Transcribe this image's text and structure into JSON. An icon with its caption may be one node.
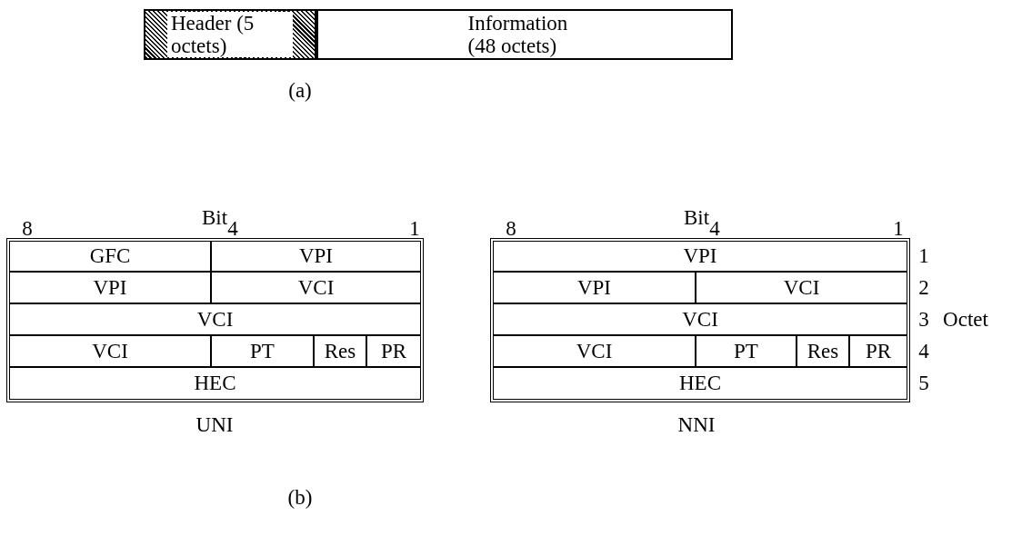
{
  "diagram": {
    "nodes": [
      {
        "text": [
          "Header (5 octets)"
        ]
      },
      {
        "text": [
          "Information (48 octets)"
        ]
      },
      {
        "text": [
          "GFC"
        ]
      },
      {
        "text": [
          "VPI"
        ]
      },
      {
        "text": [
          "VPI"
        ]
      },
      {
        "text": [
          "VCI"
        ]
      },
      {
        "text": [
          "VCI"
        ]
      },
      {
        "text": [
          "VCI"
        ]
      },
      {
        "text": [
          "PT"
        ]
      },
      {
        "text": [
          "Res"
        ]
      },
      {
        "text": [
          "PR"
        ]
      },
      {
        "text": [
          "HEC"
        ]
      },
      {
        "text": [
          "VPI"
        ]
      },
      {
        "text": [
          "VPI"
        ]
      },
      {
        "text": [
          "VCI"
        ]
      },
      {
        "text": [
          "VCI"
        ]
      },
      {
        "text": [
          "VCI"
        ]
      },
      {
        "text": [
          "PT"
        ]
      },
      {
        "text": [
          "Res"
        ]
      },
      {
        "text": [
          "PR"
        ]
      },
      {
        "text": [
          "HEC"
        ]
      }
    ],
    "labels": [
      "(a)",
      "Bit",
      "Bit",
      "8",
      "4",
      "1",
      "8",
      "4",
      "1",
      "1",
      "2",
      "3",
      "Octet",
      "4",
      "5",
      "UNI",
      "NNI",
      "(b)"
    ]
  }
}
